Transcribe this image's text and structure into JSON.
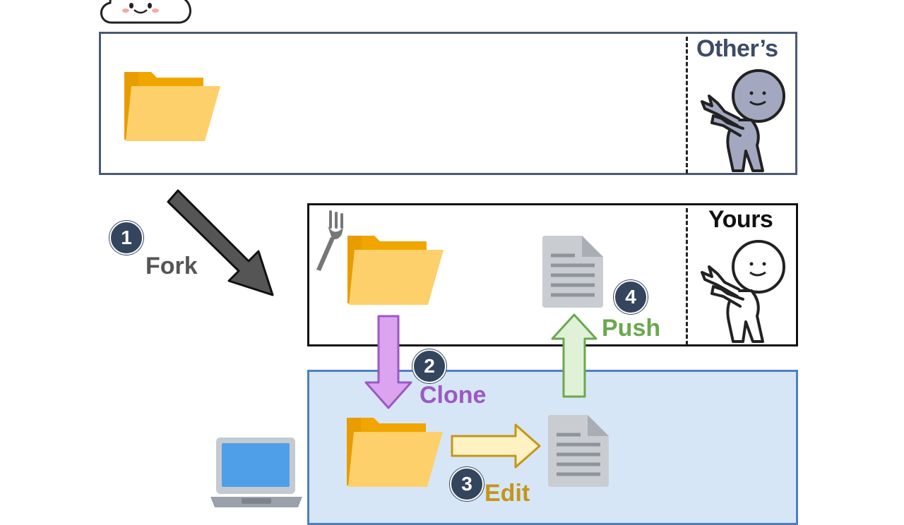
{
  "repos": {
    "others": {
      "label": "Other’s"
    },
    "yours": {
      "label": "Yours"
    }
  },
  "steps": [
    {
      "number": "1",
      "label": "Fork"
    },
    {
      "number": "2",
      "label": "Clone"
    },
    {
      "number": "3",
      "label": "Edit"
    },
    {
      "number": "4",
      "label": "Push"
    }
  ],
  "colors": {
    "others_border": "#4a5a75",
    "yours_border": "#111111",
    "local_border": "#4f7ec2",
    "local_fill": "#d7e6f6",
    "badge": "#34455e",
    "fork": "#555555",
    "clone": "#9b59c2",
    "edit": "#c4951a",
    "push": "#6aa84f"
  }
}
